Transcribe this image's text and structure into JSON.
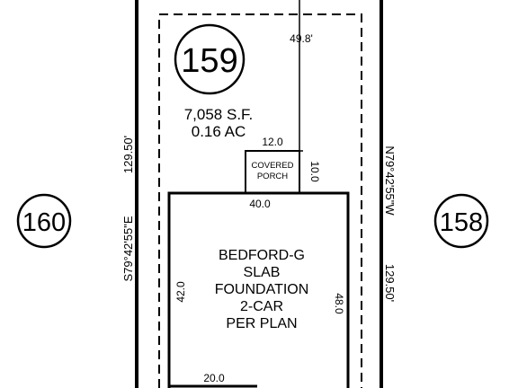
{
  "lots": {
    "main": {
      "number": "159",
      "area_sf": "7,058 S.F.",
      "area_ac": "0.16 AC"
    },
    "left": {
      "number": "160"
    },
    "right": {
      "number": "158"
    }
  },
  "bearings": {
    "left": "S79°42'55\"E",
    "left_distance": "129.50'",
    "right": "N79°42'55\"W",
    "right_distance": "129.50'"
  },
  "dimensions": {
    "setback_top": "49.8'",
    "porch_width": "12.0",
    "porch_depth": "10.0",
    "house_width": "40.0",
    "house_left_depth": "42.0",
    "house_right_depth": "48.0",
    "garage_width": "20.0"
  },
  "porch": {
    "line1": "COVERED",
    "line2": "PORCH"
  },
  "house": {
    "line1": "BEDFORD-G",
    "line2": "SLAB",
    "line3": "FOUNDATION",
    "line4": "2-CAR",
    "line5": "PER PLAN"
  }
}
